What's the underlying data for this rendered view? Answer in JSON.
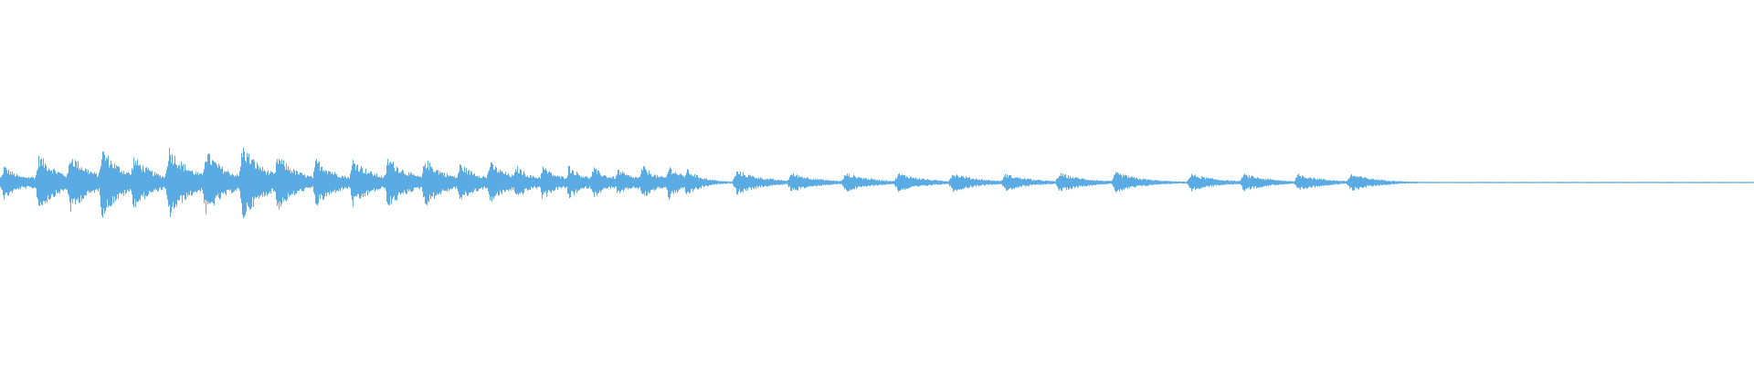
{
  "waveform": {
    "color": "#5aaae3",
    "background": "#ffffff",
    "bursts": [
      {
        "t": 0.002,
        "amp": 0.1,
        "width": 0.003
      },
      {
        "t": 0.022,
        "amp": 0.16,
        "width": 0.004
      },
      {
        "t": 0.04,
        "amp": 0.17,
        "width": 0.004
      },
      {
        "t": 0.058,
        "amp": 0.2,
        "width": 0.004
      },
      {
        "t": 0.076,
        "amp": 0.15,
        "width": 0.004
      },
      {
        "t": 0.096,
        "amp": 0.21,
        "width": 0.004
      },
      {
        "t": 0.117,
        "amp": 0.19,
        "width": 0.004
      },
      {
        "t": 0.138,
        "amp": 0.22,
        "width": 0.004
      },
      {
        "t": 0.158,
        "amp": 0.16,
        "width": 0.004
      },
      {
        "t": 0.18,
        "amp": 0.14,
        "width": 0.004
      },
      {
        "t": 0.201,
        "amp": 0.14,
        "width": 0.004
      },
      {
        "t": 0.221,
        "amp": 0.15,
        "width": 0.004
      },
      {
        "t": 0.242,
        "amp": 0.14,
        "width": 0.004
      },
      {
        "t": 0.262,
        "amp": 0.11,
        "width": 0.004
      },
      {
        "t": 0.279,
        "amp": 0.12,
        "width": 0.004
      },
      {
        "t": 0.294,
        "amp": 0.1,
        "width": 0.003
      },
      {
        "t": 0.309,
        "amp": 0.1,
        "width": 0.003
      },
      {
        "t": 0.324,
        "amp": 0.1,
        "width": 0.003
      },
      {
        "t": 0.338,
        "amp": 0.09,
        "width": 0.003
      },
      {
        "t": 0.352,
        "amp": 0.08,
        "width": 0.003
      },
      {
        "t": 0.366,
        "amp": 0.1,
        "width": 0.003
      },
      {
        "t": 0.381,
        "amp": 0.1,
        "width": 0.003
      },
      {
        "t": 0.391,
        "amp": 0.08,
        "width": 0.003
      },
      {
        "t": 0.42,
        "amp": 0.07,
        "width": 0.005
      },
      {
        "t": 0.451,
        "amp": 0.055,
        "width": 0.005
      },
      {
        "t": 0.482,
        "amp": 0.055,
        "width": 0.005
      },
      {
        "t": 0.512,
        "amp": 0.055,
        "width": 0.005
      },
      {
        "t": 0.543,
        "amp": 0.055,
        "width": 0.005
      },
      {
        "t": 0.573,
        "amp": 0.05,
        "width": 0.005
      },
      {
        "t": 0.604,
        "amp": 0.055,
        "width": 0.005
      },
      {
        "t": 0.636,
        "amp": 0.06,
        "width": 0.005
      },
      {
        "t": 0.679,
        "amp": 0.05,
        "width": 0.005
      },
      {
        "t": 0.709,
        "amp": 0.05,
        "width": 0.005
      },
      {
        "t": 0.74,
        "amp": 0.05,
        "width": 0.005
      },
      {
        "t": 0.77,
        "amp": 0.05,
        "width": 0.005
      }
    ]
  }
}
